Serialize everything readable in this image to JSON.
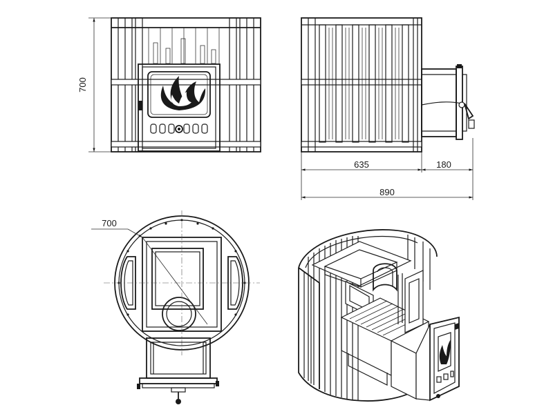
{
  "dimensions": {
    "front_height": "700",
    "side_body_width": "635",
    "side_tunnel_depth": "180",
    "side_total_depth": "890",
    "top_diameter": "700"
  }
}
